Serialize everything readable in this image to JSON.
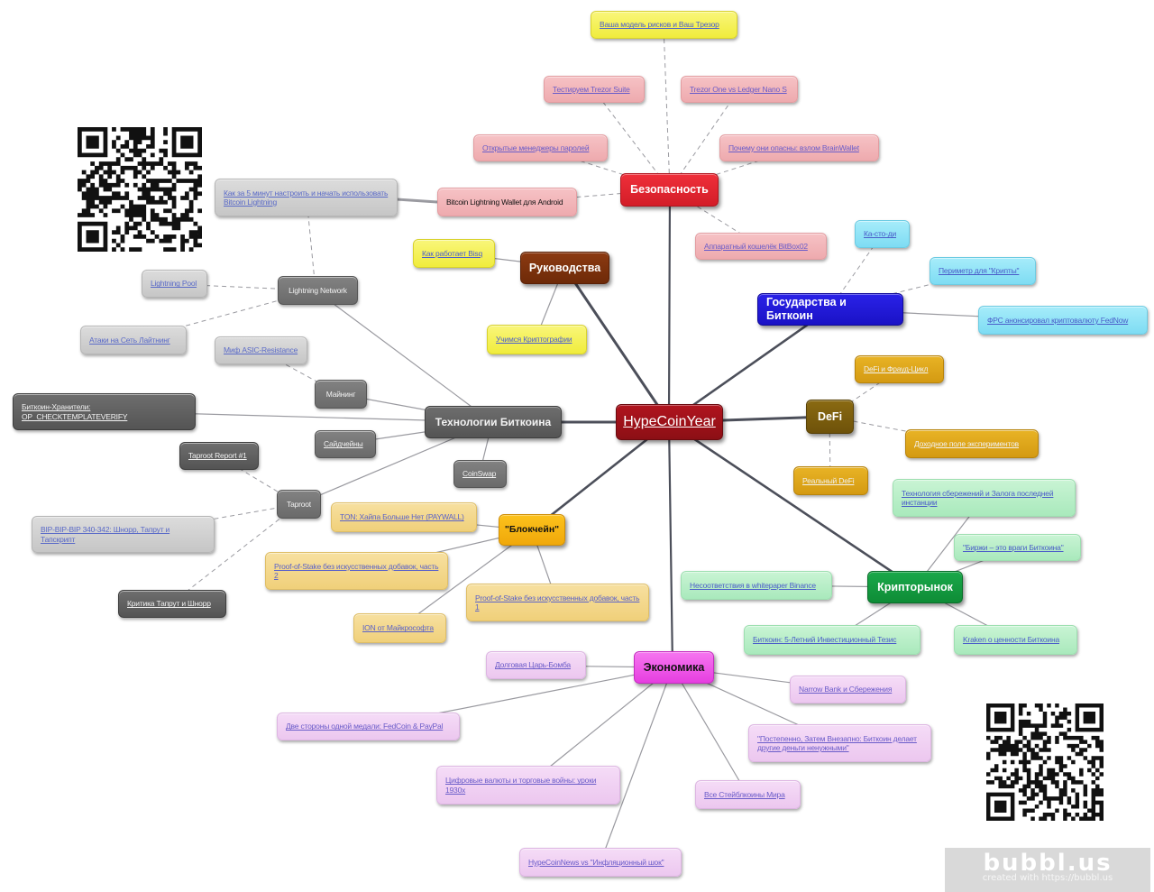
{
  "center": "HypeCoinYear",
  "security": {
    "title": "Безопасность",
    "items": [
      "Ваша модель рисков и Ваш Трезор",
      "Тестируем Trezor Suite",
      "Trezor One vs Ledger Nano S",
      "Открытые менеджеры паролей",
      "Почему они опасны: взлом BrainWallet",
      "Bitcoin Lightning Wallet для Android",
      "Аппаратный кошелёк BitBox02"
    ]
  },
  "guides": {
    "title": "Руководства",
    "items": [
      "Как работает Bisq",
      "Учимся Криптографии"
    ]
  },
  "states": {
    "title": "Государства и Биткоин",
    "items": [
      "Ка-сто-ди",
      "Периметр для \"Крипты\"",
      "ФРС анонсировал криптовалюту FedNow"
    ]
  },
  "defi": {
    "title": "DeFi",
    "items": [
      "DeFi и Фрауд-Цикл",
      "Доходное поле экспериментов",
      "Реальный DeFi"
    ]
  },
  "market": {
    "title": "Крипторынок",
    "items": [
      "Технология сбережений и Залога последней инстанции",
      "\"Биржи – это враги Биткоина\"",
      "Несоответствия в whitepaper Binance",
      "Биткоин: 5-Летний Инвестиционный Тезис",
      "Kraken о ценности Биткоина"
    ]
  },
  "economy": {
    "title": "Экономика",
    "items": [
      "Долговая Царь-Бомба",
      "Narrow Bank и Сбережения",
      "Две стороны одной медали: FedCoin & PayPal",
      "\"Постепенно, Затем Внезапно: Биткоин делает другие деньги ненужными\"",
      "Цифровые валюты и торговые войны: уроки 1930х",
      "Все Стейблкоины Мира",
      "HypeCoinNews vs \"Инфляционный шок\""
    ]
  },
  "blockchain": {
    "title": "\"Блокчейн\"",
    "items": [
      "TON: Хайпа Больше Нет (PAYWALL)",
      "Proof-of-Stake без искусственных добавок, часть 2",
      "Proof-of-Stake без искусственных добавок, часть 1",
      "ION от Майкрософта"
    ]
  },
  "tech": {
    "title": "Технологии Биткоина",
    "lightning": "Lightning Network",
    "lightning_items": [
      "Как за 5 минут настроить и начать использовать Bitcoin Lightning",
      "Lightning Pool",
      "Атаки на Сеть Лайтнинг"
    ],
    "mining": "Майнинг",
    "mining_items": [
      "Миф ASIC-Resistance"
    ],
    "vaults": "Биткоин-Хранители: OP_CHECKTEMPLATEVERIFY",
    "sidechains": "Сайдчейны",
    "coinswap": "CoinSwap",
    "taproot": "Taproot",
    "taproot_items": [
      "Taproot Report #1",
      "BIP-BIP-BIP 340-342: Шнорр, Тапрут и Тапскрипт",
      "Критика Тапрут и Шнорр"
    ]
  },
  "watermark": {
    "brand": "bubbl.us",
    "sub": "created with https://bubbl.us"
  },
  "colors": {
    "center": "#a0121b",
    "security": "#e32530",
    "guides": "#7a300c",
    "states": "#2018d8",
    "defi": "#7a5c0e",
    "market": "#13983f",
    "economy": "#ee55e8",
    "blockchain": "#f5b20f",
    "tech": "#4a4a4a"
  }
}
